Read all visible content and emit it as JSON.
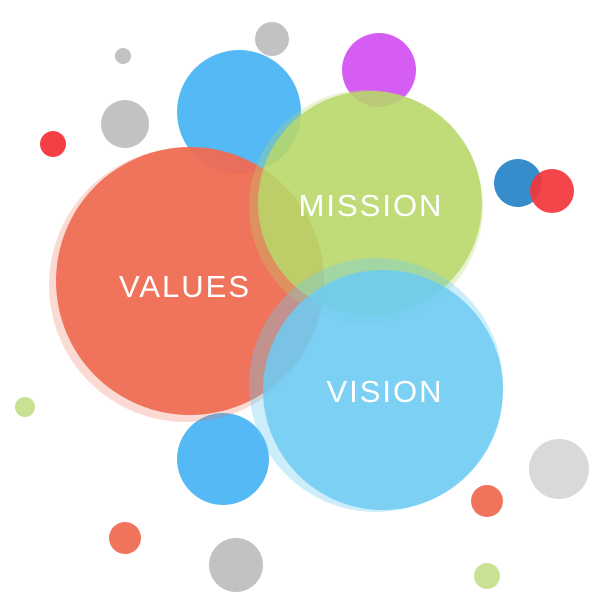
{
  "labels": {
    "values": "VALUES",
    "mission": "MISSION",
    "vision": "VISION"
  },
  "colors": {
    "values": "#ef6b52",
    "mission": "#b7d76a",
    "vision": "#6ecbf2",
    "blue": "#45b3f3",
    "purple": "#d24ff2",
    "gray": "#b9bbbd",
    "light_gray": "#d7d7d7",
    "red": "#f3363b",
    "dark_blue": "#2c86c9",
    "lime": "#c5df8c",
    "coral": "#ef6b52"
  }
}
